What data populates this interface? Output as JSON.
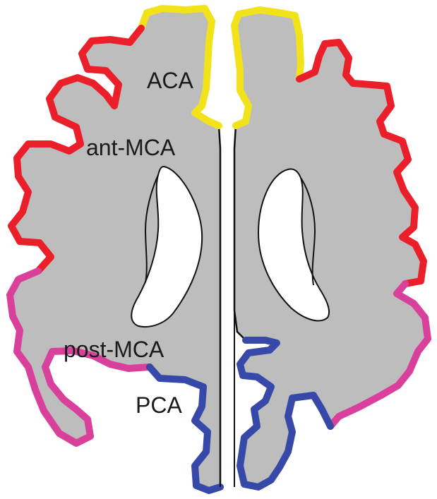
{
  "labels": {
    "aca": "ACA",
    "ant_mca": "ant-MCA",
    "post_mca": "post-MCA",
    "pca": "PCA"
  },
  "territory_colors": {
    "aca": "#f2e21a",
    "ant_mca": "#ea1f2a",
    "post_mca": "#d9409b",
    "pca": "#3649a8"
  },
  "tissue_color": "#bdbdbd",
  "ventricle_color": "#ffffff"
}
